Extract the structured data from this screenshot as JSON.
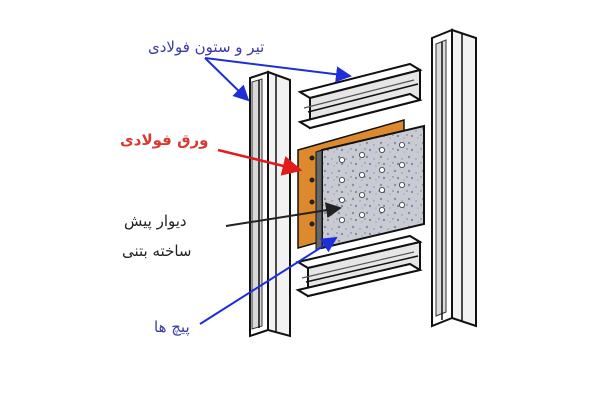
{
  "labels": {
    "beam_column": "تیر و ستون فولادی",
    "steel_plate": "ورق فولادی",
    "precast_wall_line1": "دیوار پیش",
    "precast_wall_line2": "ساخته بتنی",
    "bolts": "پیچ ها"
  },
  "colors": {
    "beam_column_label": "#3a3aa8",
    "steel_plate_label": "#d83a30",
    "precast_wall_label": "#222222",
    "bolts_label": "#3a3aa8",
    "steel_plate_fill": "#dd8a2e",
    "concrete_panel_fill": "#c9ccd4",
    "arrow_blue": "#1f2fd8",
    "arrow_red": "#e01b1b",
    "arrow_dark": "#222222"
  },
  "icons": [
    "steel-column-icon",
    "steel-beam-icon",
    "steel-plate-icon",
    "concrete-panel-icon",
    "bolt-icon"
  ]
}
